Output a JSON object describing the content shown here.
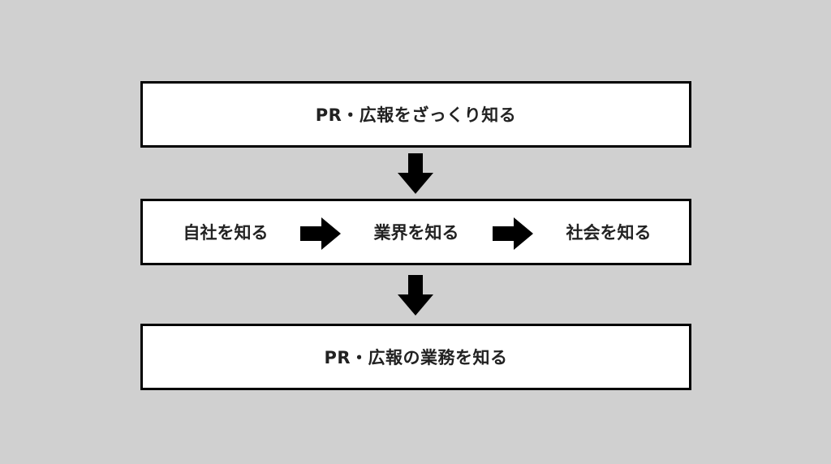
{
  "flow": {
    "top_box": {
      "label": "PR・広報をざっくり知る"
    },
    "middle_box": {
      "steps": [
        {
          "label": "自社を知る"
        },
        {
          "label": "業界を知る"
        },
        {
          "label": "社会を知る"
        }
      ]
    },
    "bottom_box": {
      "label": "PR・広報の業務を知る"
    }
  },
  "colors": {
    "background": "#d0d0d0",
    "box_fill": "#ffffff",
    "border": "#000000",
    "arrow": "#000000",
    "text": "#222222"
  },
  "icons": {
    "down_arrow": "arrow-down-icon",
    "right_arrow": "arrow-right-icon"
  }
}
